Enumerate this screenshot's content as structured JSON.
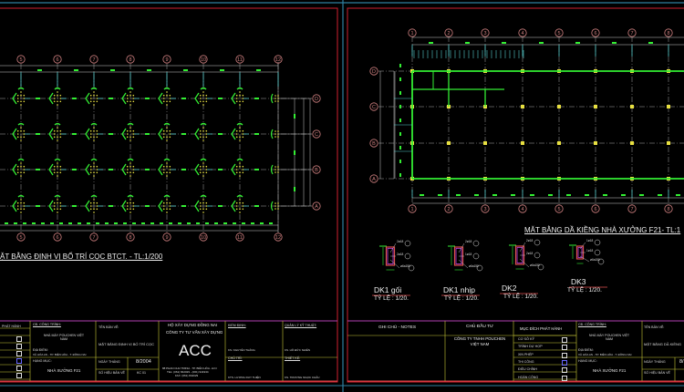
{
  "colors": {
    "background": "#000000",
    "sheet_border": "#d02030",
    "viewport_border": "#2f7fa0",
    "grid_line": "#e0e0e0",
    "beam": "#33ee33",
    "column": "#e8e040",
    "bubble": "#d08080",
    "title_block": "#c8c838",
    "title_block_outer": "#b040b0"
  },
  "left_sheet": {
    "plan_title": "ẶT BẰNG ĐỊNH VỊ BỐ TRÍ CỌC BTCT. - TL:1/200",
    "grid_columns": [
      "5",
      "6",
      "7",
      "8",
      "9",
      "10",
      "11",
      "12"
    ],
    "grid_rows": [
      "D",
      "C",
      "B",
      "A"
    ],
    "title_block": {
      "issue_label": "PHÁT HÀNH",
      "owner_label": "CĐ. CÔNG TRÌNH:",
      "owner": "NHÀ MÁY POUCHEN VIỆT NAM",
      "address_label": "ĐỊA ĐIỂM:",
      "address": "XÃ HÓA AN - TP. BIÊN HÒA - T. ĐỒNG NAI",
      "project_label": "HẠNG MỤC:",
      "project": "NHÀ XƯỞNG F21",
      "drawing_label": "TÊN BẢN VẼ:",
      "drawing": "MẶT BẰNG ĐỊNH VỊ BỐ TRÍ CỌC",
      "date_label": "NGÀY THÁNG",
      "date": "8/2004",
      "sheet_label": "SỐ HIỆU BẢN VẼ",
      "sheet": "KC 01",
      "association": "HỘ XÂY DỰNG ĐỒNG NAI",
      "company": "CÔNG TY TƯ VẤN XÂY DỰNG",
      "logo": "ACC",
      "company_address": "88 PHAN CHU TRINH - TP. BIÊN HÒA - Đ.N",
      "company_phone": "TEL: (061) 842029 - (061) 941934",
      "company_fax": "FAX: (061) 842029",
      "checked_label": "KIỂM ĐỊNH:",
      "checked_name": "KS. NGUYỄN THẮNG",
      "tech_label": "QUẢN LÝ KỸ THUẬT:",
      "tech_name": "KS. HỒ ĐỨC NHIÊN",
      "chief_label": "CHỦ TRÌ:",
      "chief_name": "KTS. LƯƠNG DUY THIỆN",
      "design_label": "THIẾT KẾ:",
      "design_name": "KS. TRƯƠNG NGỌC CHÂU"
    }
  },
  "right_sheet": {
    "plan_title": "MẶT BẰNG DẦ KIỀNG NHÀ XƯỞNG F21- TL:1",
    "grid_columns": [
      "1",
      "2",
      "3",
      "4",
      "5",
      "6",
      "7",
      "8"
    ],
    "grid_rows": [
      "D",
      "C",
      "B",
      "A"
    ],
    "details": [
      {
        "name": "DK1 gối",
        "scale": "TỶ LỆ : 1/20.",
        "bars": [
          "2ø18",
          "2ø18",
          "ø6a150"
        ]
      },
      {
        "name": "DK1 nhịp",
        "scale": "TỶ LỆ : 1/20.",
        "bars": [
          "2ø18",
          "1ø18",
          "ø6a150"
        ]
      },
      {
        "name": "DK2",
        "scale": "TỶ LỆ : 1/20.",
        "bars": [
          "2ø18",
          "2ø18",
          "ø6a150"
        ]
      },
      {
        "name": "DK3",
        "scale": "TỶ LỆ : 1/20.",
        "bars": [
          "1ø18",
          "1ø18",
          "ø6a150"
        ]
      }
    ],
    "title_block": {
      "notes_label": "GHI CHÚ - NOTES",
      "investor_label": "CHỦ ĐẦU TƯ",
      "investor": "CÔNG TY TNHH POUCHEN VIỆT NAM",
      "purpose_label": "MỤC ĐÍCH PHÁT HÀNH",
      "purpose_items": [
        "CƠ SỞ KỸ",
        "TRÌNH DỰ HỢP",
        "XIN PHÉP",
        "THI CÔNG",
        "ĐIỀU CHỈNH",
        "HOÀN CÔNG"
      ],
      "owner_label": "CĐ. CÔNG TRÌNH:",
      "owner": "NHÀ MÁY POUCHEN VIỆT NAM",
      "address_label": "ĐỊA ĐIỂM:",
      "address": "XÃ HÓA AN - TP. BIÊN HÒA - T. ĐỒNG NAI",
      "project_label": "HẠNG MỤC:",
      "project": "NHÀ XƯỞNG F21",
      "drawing_label": "TÊN BẢN VẼ:",
      "drawing": "MẶT BẰNG DẦ KIỀNG",
      "date_label": "NGÀY THÁNG",
      "date": "8/",
      "sheet_label": "SỐ HIỆU BẢN VẼ"
    }
  }
}
